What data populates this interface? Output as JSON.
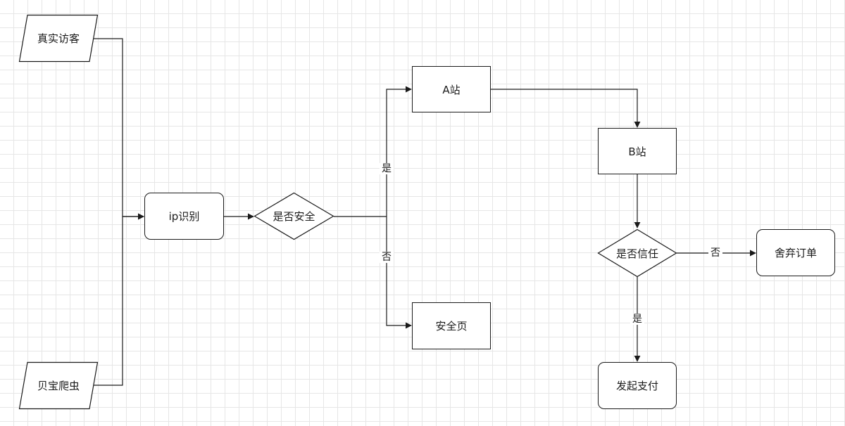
{
  "diagram": {
    "nodes": {
      "real_visitor": "真实访客",
      "crawler": "贝宝爬虫",
      "ip_detect": "ip识别",
      "is_safe": "是否安全",
      "site_a": "A站",
      "safe_page": "安全页",
      "site_b": "B站",
      "is_trusted": "是否信任",
      "abandon_order": "舍弃订单",
      "initiate_payment": "发起支付"
    },
    "edge_labels": {
      "safe_yes": "是",
      "safe_no": "否",
      "trust_no": "否",
      "trust_yes": "是"
    },
    "colors": {
      "stroke": "#1a1a1a",
      "grid": "#e6e6e6",
      "fill": "#ffffff"
    }
  }
}
